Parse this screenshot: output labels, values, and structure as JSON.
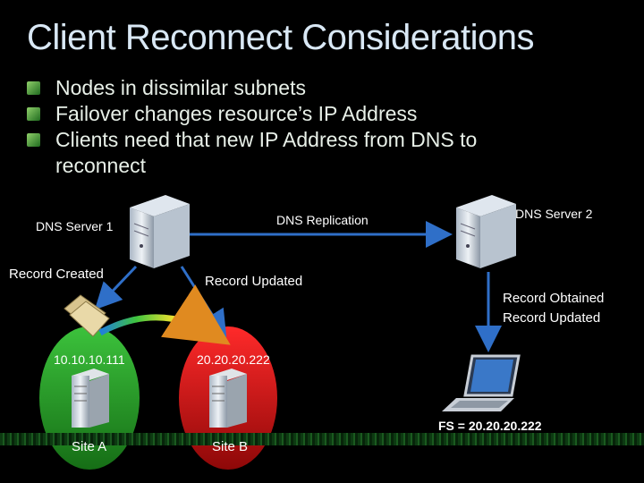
{
  "title": "Client Reconnect Considerations",
  "bullets": [
    "Nodes in dissimilar subnets",
    "Failover changes resource’s IP Address",
    "Clients need that new IP Address from DNS to reconnect"
  ],
  "diagram": {
    "dns_server_1": "DNS Server 1",
    "dns_server_2": "DNS Server 2",
    "dns_replication": "DNS Replication",
    "record_created": "Record Created",
    "record_updated": "Record Updated",
    "record_obtained": "Record Obtained",
    "record_updated_2": "Record Updated",
    "ip_site_a": "10.10.10.111",
    "ip_site_b": "20.20.20.222",
    "site_a": "Site A",
    "site_b": "Site B",
    "fs_label": "FS = 20.20.20.222"
  },
  "colors": {
    "site_a": "#2e9e2e",
    "site_b": "#d01010",
    "arrow": "#2f6fc8",
    "title": "#d9e8f5"
  }
}
